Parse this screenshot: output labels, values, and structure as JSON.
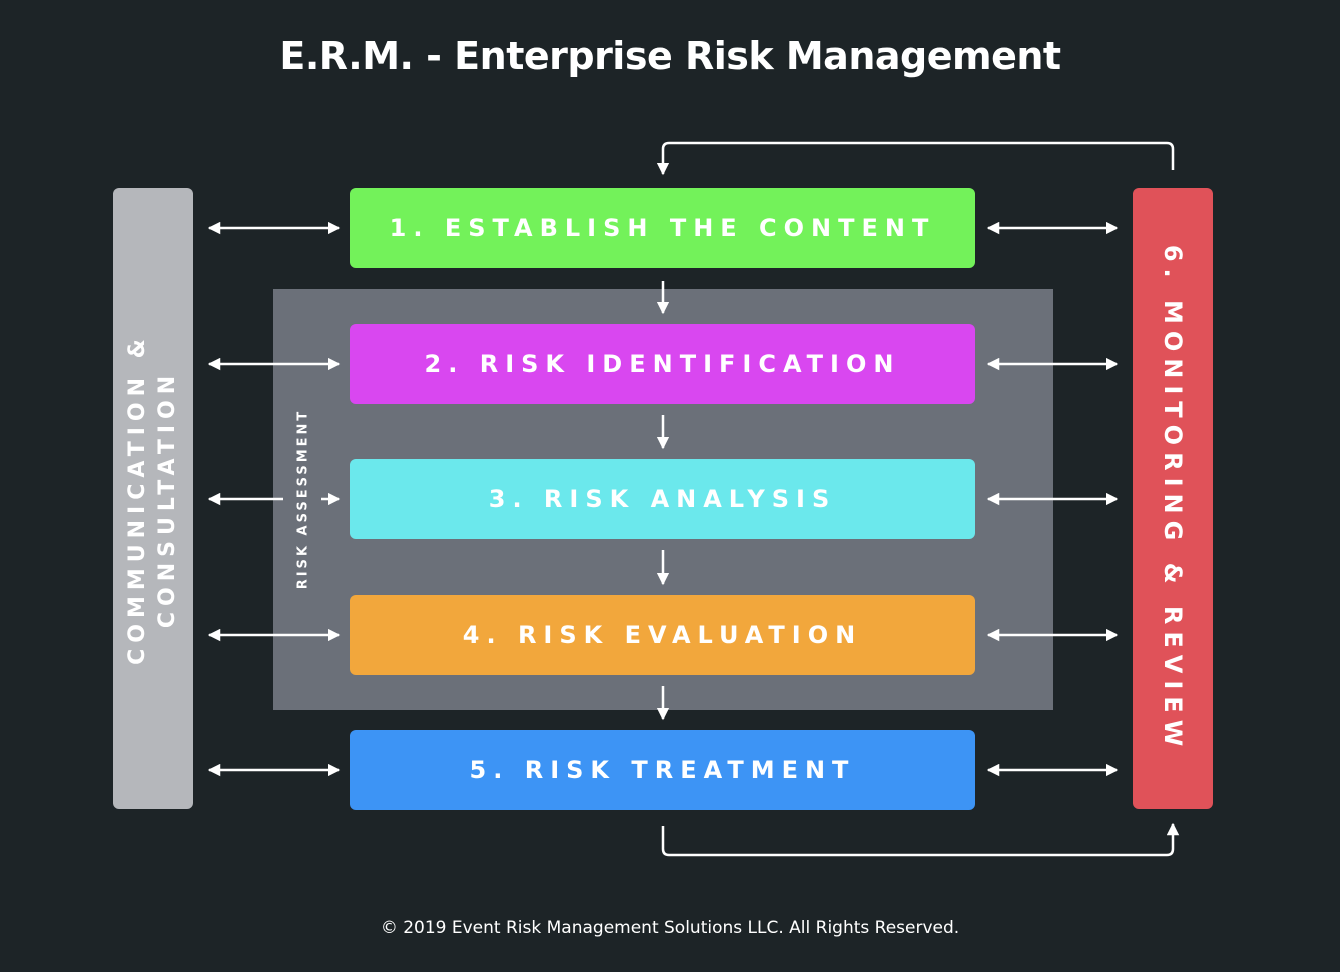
{
  "title": "E.R.M. - Enterprise Risk Management",
  "communication": {
    "line1": "COMMUNICATION &",
    "line2": "CONSULTATION",
    "color": "#b5b7bb"
  },
  "monitoring": {
    "label": "6. MONITORING & REVIEW",
    "color": "#e05259"
  },
  "risk_assessment": {
    "label": "RISK ASSESSMENT",
    "color": "#6b7079"
  },
  "steps": [
    {
      "label": "1. ESTABLISH THE CONTENT",
      "color": "#73f25a"
    },
    {
      "label": "2. RISK IDENTIFICATION",
      "color": "#d947f0"
    },
    {
      "label": "3. RISK ANALYSIS",
      "color": "#6be8ec"
    },
    {
      "label": "4. RISK EVALUATION",
      "color": "#f2a73c"
    },
    {
      "label": "5. RISK TREATMENT",
      "color": "#3d94f5"
    }
  ],
  "footer": "© 2019 Event Risk Management Solutions LLC.  All Rights Reserved."
}
